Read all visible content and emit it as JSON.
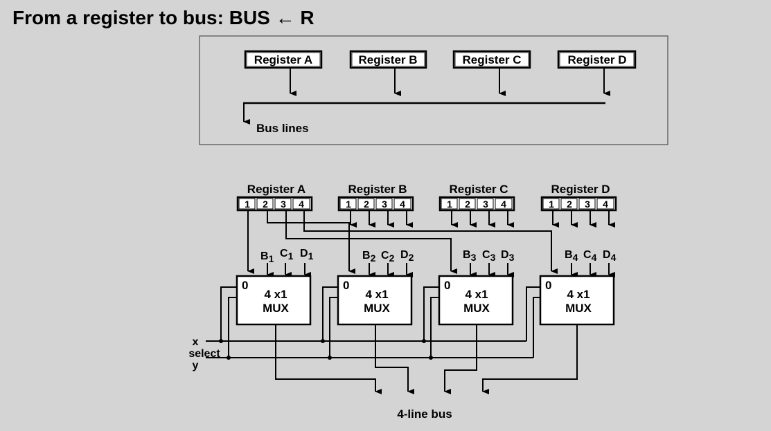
{
  "title": {
    "prefix": "From a register to bus: BUS",
    "arrow": "←",
    "suffix": "R"
  },
  "top_diagram": {
    "registers": [
      "Register A",
      "Register B",
      "Register C",
      "Register D"
    ],
    "bus_label": "Bus lines"
  },
  "bottom_diagram": {
    "registers": [
      "Register A",
      "Register B",
      "Register C",
      "Register D"
    ],
    "cells": [
      "1",
      "2",
      "3",
      "4"
    ],
    "muxes": [
      {
        "zero": "0",
        "line1": "4 x1",
        "line2": "MUX",
        "inputs": [
          [
            "B",
            "1"
          ],
          [
            "C",
            "1"
          ],
          [
            "D",
            "1"
          ]
        ]
      },
      {
        "zero": "0",
        "line1": "4 x1",
        "line2": "MUX",
        "inputs": [
          [
            "B",
            "2"
          ],
          [
            "C",
            "2"
          ],
          [
            "D",
            "2"
          ]
        ]
      },
      {
        "zero": "0",
        "line1": "4 x1",
        "line2": "MUX",
        "inputs": [
          [
            "B",
            "3"
          ],
          [
            "C",
            "3"
          ],
          [
            "D",
            "3"
          ]
        ]
      },
      {
        "zero": "0",
        "line1": "4 x1",
        "line2": "MUX",
        "inputs": [
          [
            "B",
            "4"
          ],
          [
            "C",
            "4"
          ],
          [
            "D",
            "4"
          ]
        ]
      }
    ],
    "select_x": "x",
    "select_label": "select",
    "select_y": "y",
    "bus_label": "4-line bus"
  }
}
